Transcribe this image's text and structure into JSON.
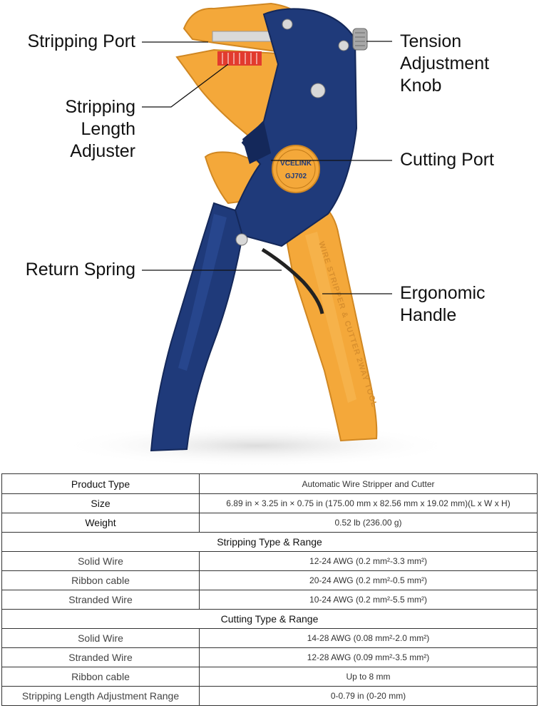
{
  "callouts": {
    "stripping_port": "Stripping Port",
    "stripping_length_adjuster": "Stripping\nLength\nAdjuster",
    "return_spring": "Return Spring",
    "tension_adjustment_knob": "Tension\nAdjustment\nKnob",
    "cutting_port": "Cutting Port",
    "ergonomic_handle": "Ergonomic\nHandle"
  },
  "tool": {
    "badge_brand": "VCELINK",
    "badge_model": "GJ702",
    "handle_text": "WIRE STRIPPER & CUTTER 2WAY TOOL",
    "colors": {
      "orange": "#f4a83a",
      "navy": "#1f3a7a",
      "dark_navy": "#14285a"
    }
  },
  "spec_table": {
    "rows": [
      {
        "label": "Product Type",
        "value": "Automatic Wire Stripper and Cutter"
      },
      {
        "label": "Size",
        "value": "6.89 in × 3.25 in × 0.75 in (175.00 mm x 82.56 mm x 19.02 mm)(L x W x H)"
      },
      {
        "label": "Weight",
        "value": "0.52 lb (236.00 g)"
      }
    ],
    "stripping_section": "Stripping Type & Range",
    "stripping_rows": [
      {
        "label": "Solid Wire",
        "value": "12-24 AWG (0.2 mm²-3.3 mm²)"
      },
      {
        "label": "Ribbon cable",
        "value": "20-24 AWG (0.2 mm²-0.5 mm²)"
      },
      {
        "label": "Stranded Wire",
        "value": "10-24 AWG (0.2 mm²-5.5 mm²)"
      }
    ],
    "cutting_section": "Cutting Type & Range",
    "cutting_rows": [
      {
        "label": "Solid Wire",
        "value": "14-28 AWG (0.08 mm²-2.0 mm²)"
      },
      {
        "label": "Stranded Wire",
        "value": "12-28 AWG (0.09 mm²-3.5 mm²)"
      },
      {
        "label": "Ribbon cable",
        "value": "Up to 8 mm"
      },
      {
        "label": "Stripping Length Adjustment Range",
        "value": "0-0.79 in (0-20 mm)"
      }
    ]
  }
}
